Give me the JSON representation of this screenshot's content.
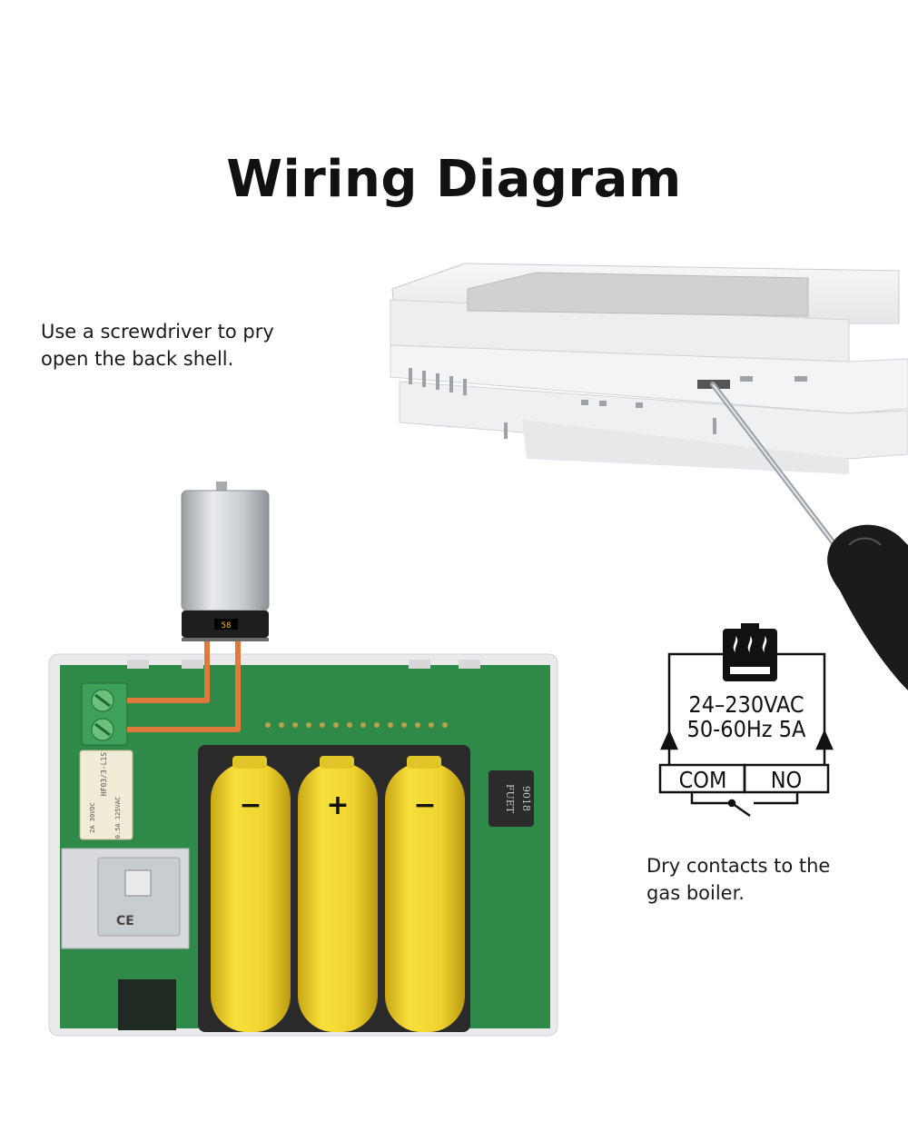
{
  "title": "Wiring Diagram",
  "captions": {
    "pry": [
      "Use a screwdriver to pry",
      "open the back shell."
    ],
    "dry": [
      "Dry contacts to the",
      "gas boiler."
    ]
  },
  "wiring": {
    "voltage": "24–230VAC",
    "rating": "50-60Hz 5A",
    "com": "COM",
    "no": "NO"
  },
  "boiler_display": "58",
  "battery_signs": [
    "−",
    "+",
    "−"
  ],
  "pcb_labels": {
    "relay": [
      "HF03/3-L1S",
      "2A 30VDC",
      "0.5A 125VAC"
    ],
    "inductor": [
      "FUET",
      "9018"
    ],
    "module": "CE"
  },
  "colors": {
    "wire": "#e07a3c",
    "pcb": "#2f8a4a",
    "battery": "#f0d230",
    "terminal": "#58b36a"
  }
}
